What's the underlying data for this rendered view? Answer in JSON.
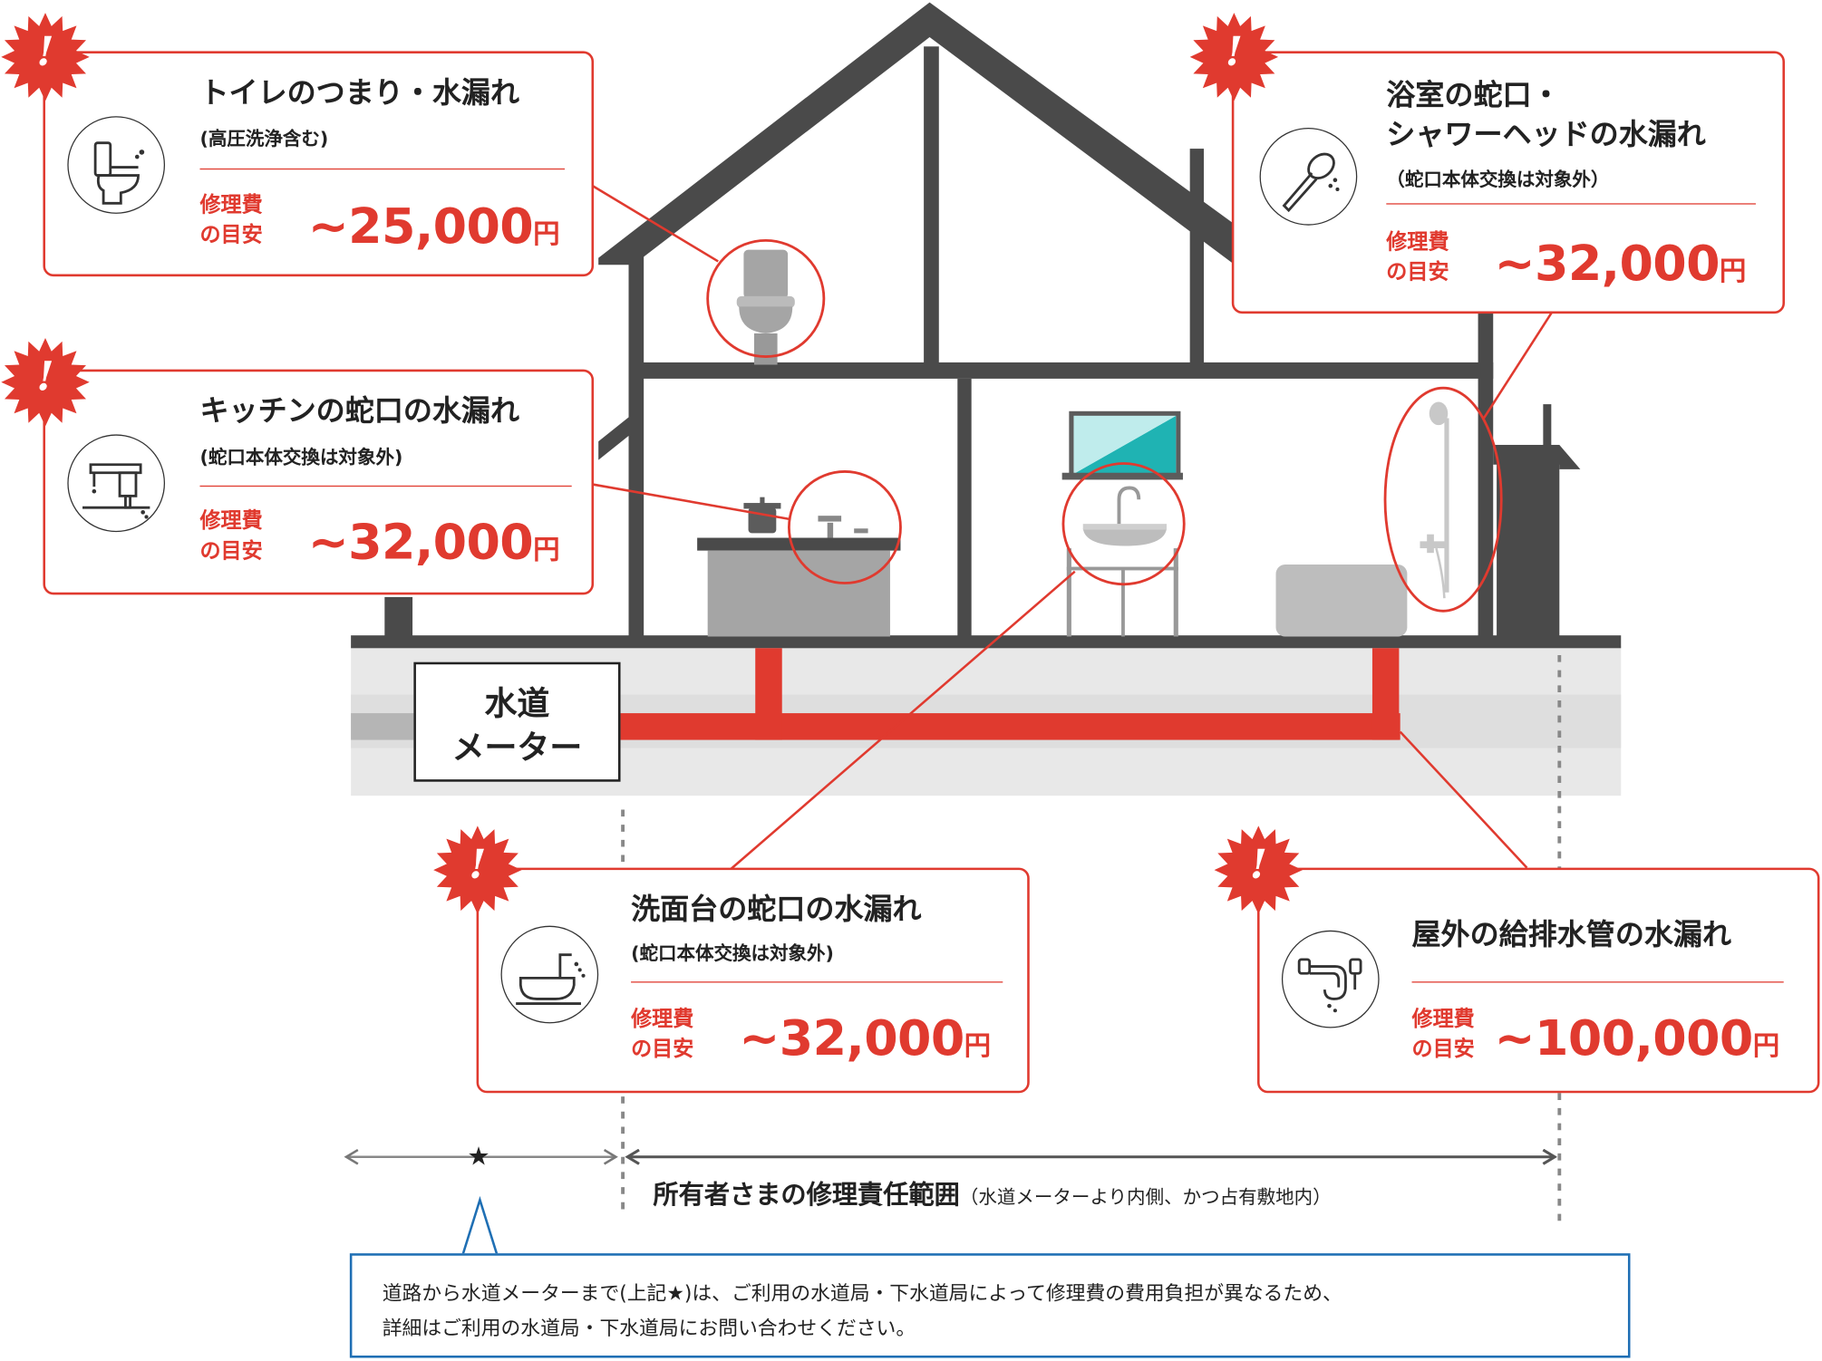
{
  "colors": {
    "accent_red": "#e03a2f",
    "house_dark": "#4a4a4a",
    "ground_gray": "#e6e6e6",
    "note_border_blue": "#1f6fb4",
    "monitor_teal": "#1fb3b3"
  },
  "warning_mark": "!",
  "cards": [
    {
      "id": "toilet",
      "icon": "toilet-icon",
      "title_lines": [
        "トイレのつまり・水漏れ"
      ],
      "subtitle": "(高圧洗浄含む)",
      "cost_label_lines": [
        "修理費",
        "の目安"
      ],
      "cost_value": "~25,000",
      "cost_unit": "円"
    },
    {
      "id": "kitchen",
      "icon": "kitchen-faucet-icon",
      "title_lines": [
        "キッチンの蛇口の水漏れ"
      ],
      "subtitle": "(蛇口本体交換は対象外)",
      "cost_label_lines": [
        "修理費",
        "の目安"
      ],
      "cost_value": "~32,000",
      "cost_unit": "円"
    },
    {
      "id": "bathroom",
      "icon": "shower-head-icon",
      "title_lines": [
        "浴室の蛇口・",
        "シャワーヘッドの水漏れ"
      ],
      "subtitle": "（蛇口本体交換は対象外）",
      "cost_label_lines": [
        "修理費",
        "の目安"
      ],
      "cost_value": "~32,000",
      "cost_unit": "円"
    },
    {
      "id": "washbasin",
      "icon": "washbasin-icon",
      "title_lines": [
        "洗面台の蛇口の水漏れ"
      ],
      "subtitle": "(蛇口本体交換は対象外)",
      "cost_label_lines": [
        "修理費",
        "の目安"
      ],
      "cost_value": "~32,000",
      "cost_unit": "円"
    },
    {
      "id": "outdoor",
      "icon": "drain-pipe-icon",
      "title_lines": [
        "屋外の給排水管の水漏れ"
      ],
      "subtitle": "",
      "cost_label_lines": [
        "修理費",
        "の目安"
      ],
      "cost_value": "~100,000",
      "cost_unit": "円"
    }
  ],
  "meter": {
    "label_lines": [
      "水道",
      "メーター"
    ]
  },
  "responsibility": {
    "main": "所有者さまの修理責任範囲",
    "note": "（水道メーターより内側、かつ占有敷地内）",
    "star": "★"
  },
  "note": {
    "lines": [
      "道路から水道メーターまで(上記★)は、ご利用の水道局・下水道局によって修理費の費用負担が異なるため、",
      "詳細はご利用の水道局・下水道局にお問い合わせください。"
    ]
  }
}
